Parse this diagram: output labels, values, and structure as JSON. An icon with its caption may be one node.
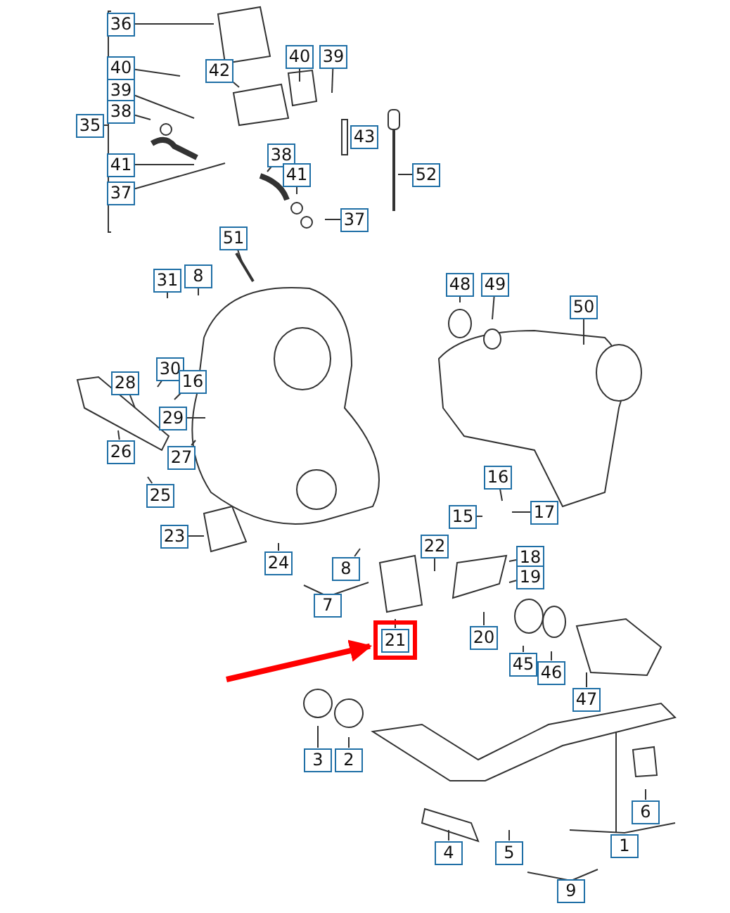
{
  "diagram": {
    "nodes": [
      {
        "text": [
          "36"
        ]
      },
      {
        "text": [
          "40"
        ]
      },
      {
        "text": [
          "39"
        ]
      },
      {
        "text": [
          "38"
        ]
      },
      {
        "text": [
          "35"
        ]
      },
      {
        "text": [
          "40"
        ]
      },
      {
        "text": [
          "39"
        ]
      },
      {
        "text": [
          "42"
        ]
      },
      {
        "text": [
          "41"
        ]
      },
      {
        "text": [
          "43"
        ]
      },
      {
        "text": [
          "38"
        ]
      },
      {
        "text": [
          "41"
        ]
      },
      {
        "text": [
          "52"
        ]
      },
      {
        "text": [
          "37"
        ]
      },
      {
        "text": [
          "37"
        ]
      },
      {
        "text": [
          "51"
        ]
      },
      {
        "text": [
          "31"
        ]
      },
      {
        "text": [
          "8"
        ]
      },
      {
        "text": [
          "48"
        ]
      },
      {
        "text": [
          "49"
        ]
      },
      {
        "text": [
          "50"
        ]
      },
      {
        "text": [
          "30"
        ]
      },
      {
        "text": [
          "16"
        ]
      },
      {
        "text": [
          "28"
        ]
      },
      {
        "text": [
          "29"
        ]
      },
      {
        "text": [
          "26"
        ]
      },
      {
        "text": [
          "27"
        ]
      },
      {
        "text": [
          "16"
        ]
      },
      {
        "text": [
          "25"
        ]
      },
      {
        "text": [
          "15"
        ]
      },
      {
        "text": [
          "17"
        ]
      },
      {
        "text": [
          "23"
        ]
      },
      {
        "text": [
          "22"
        ]
      },
      {
        "text": [
          "18"
        ]
      },
      {
        "text": [
          "19"
        ]
      },
      {
        "text": [
          "24"
        ]
      },
      {
        "text": [
          "8"
        ]
      },
      {
        "text": [
          "7"
        ]
      },
      {
        "text": [
          "20"
        ]
      },
      {
        "text": [
          "21"
        ]
      },
      {
        "text": [
          "45"
        ]
      },
      {
        "text": [
          "46"
        ]
      },
      {
        "text": [
          "47"
        ]
      },
      {
        "text": [
          "3"
        ]
      },
      {
        "text": [
          "2"
        ]
      },
      {
        "text": [
          "6"
        ]
      },
      {
        "text": [
          "4"
        ]
      },
      {
        "text": [
          "5"
        ]
      },
      {
        "text": [
          "1"
        ]
      },
      {
        "text": [
          "9"
        ]
      }
    ],
    "edges": [
      {
        "from": 0,
        "to": null,
        "arrow": "none"
      },
      {
        "from": 1,
        "to": null,
        "arrow": "none"
      },
      {
        "from": 2,
        "to": null,
        "arrow": "none"
      },
      {
        "from": 3,
        "to": null,
        "arrow": "none"
      },
      {
        "from": 5,
        "to": null,
        "arrow": "none"
      },
      {
        "from": 6,
        "to": null,
        "arrow": "none"
      },
      {
        "from": 7,
        "to": null,
        "arrow": "none"
      },
      {
        "from": 8,
        "to": null,
        "arrow": "none"
      },
      {
        "from": 9,
        "to": null,
        "arrow": "none"
      },
      {
        "from": 10,
        "to": null,
        "arrow": "none"
      },
      {
        "from": 11,
        "to": null,
        "arrow": "none"
      },
      {
        "from": 12,
        "to": null,
        "arrow": "none"
      },
      {
        "from": 13,
        "to": null,
        "arrow": "none"
      },
      {
        "from": 14,
        "to": null,
        "arrow": "none"
      },
      {
        "from": 15,
        "to": null,
        "arrow": "none"
      },
      {
        "from": 16,
        "to": null,
        "arrow": "none"
      },
      {
        "from": 17,
        "to": null,
        "arrow": "none"
      },
      {
        "from": 18,
        "to": null,
        "arrow": "none"
      },
      {
        "from": 19,
        "to": null,
        "arrow": "none"
      },
      {
        "from": 20,
        "to": null,
        "arrow": "none"
      },
      {
        "from": 21,
        "to": null,
        "arrow": "none"
      },
      {
        "from": 22,
        "to": null,
        "arrow": "none"
      },
      {
        "from": 23,
        "to": null,
        "arrow": "none"
      },
      {
        "from": 24,
        "to": null,
        "arrow": "none"
      },
      {
        "from": 25,
        "to": null,
        "arrow": "none"
      },
      {
        "from": 26,
        "to": null,
        "arrow": "none"
      },
      {
        "from": 27,
        "to": null,
        "arrow": "none"
      },
      {
        "from": 28,
        "to": null,
        "arrow": "none"
      },
      {
        "from": 29,
        "to": null,
        "arrow": "none"
      },
      {
        "from": 30,
        "to": null,
        "arrow": "none"
      },
      {
        "from": 31,
        "to": null,
        "arrow": "none"
      },
      {
        "from": 32,
        "to": null,
        "arrow": "none"
      },
      {
        "from": 33,
        "to": null,
        "arrow": "none"
      },
      {
        "from": 34,
        "to": null,
        "arrow": "none"
      },
      {
        "from": 35,
        "to": null,
        "arrow": "none"
      },
      {
        "from": 36,
        "to": null,
        "arrow": "none"
      },
      {
        "from": 38,
        "to": null,
        "arrow": "none"
      },
      {
        "from": 39,
        "to": null,
        "arrow": "none"
      },
      {
        "from": 40,
        "to": null,
        "arrow": "none"
      },
      {
        "from": 41,
        "to": null,
        "arrow": "none"
      },
      {
        "from": 42,
        "to": null,
        "arrow": "none"
      },
      {
        "from": 43,
        "to": null,
        "arrow": "none"
      },
      {
        "from": 44,
        "to": null,
        "arrow": "none"
      },
      {
        "from": 45,
        "to": null,
        "arrow": "none"
      },
      {
        "from": 46,
        "to": null,
        "arrow": "none"
      },
      {
        "from": 47,
        "to": null,
        "arrow": "none"
      },
      {
        "from": null,
        "to": 39,
        "arrow": "to",
        "style": "thick",
        "color": "#ff0000"
      }
    ]
  }
}
